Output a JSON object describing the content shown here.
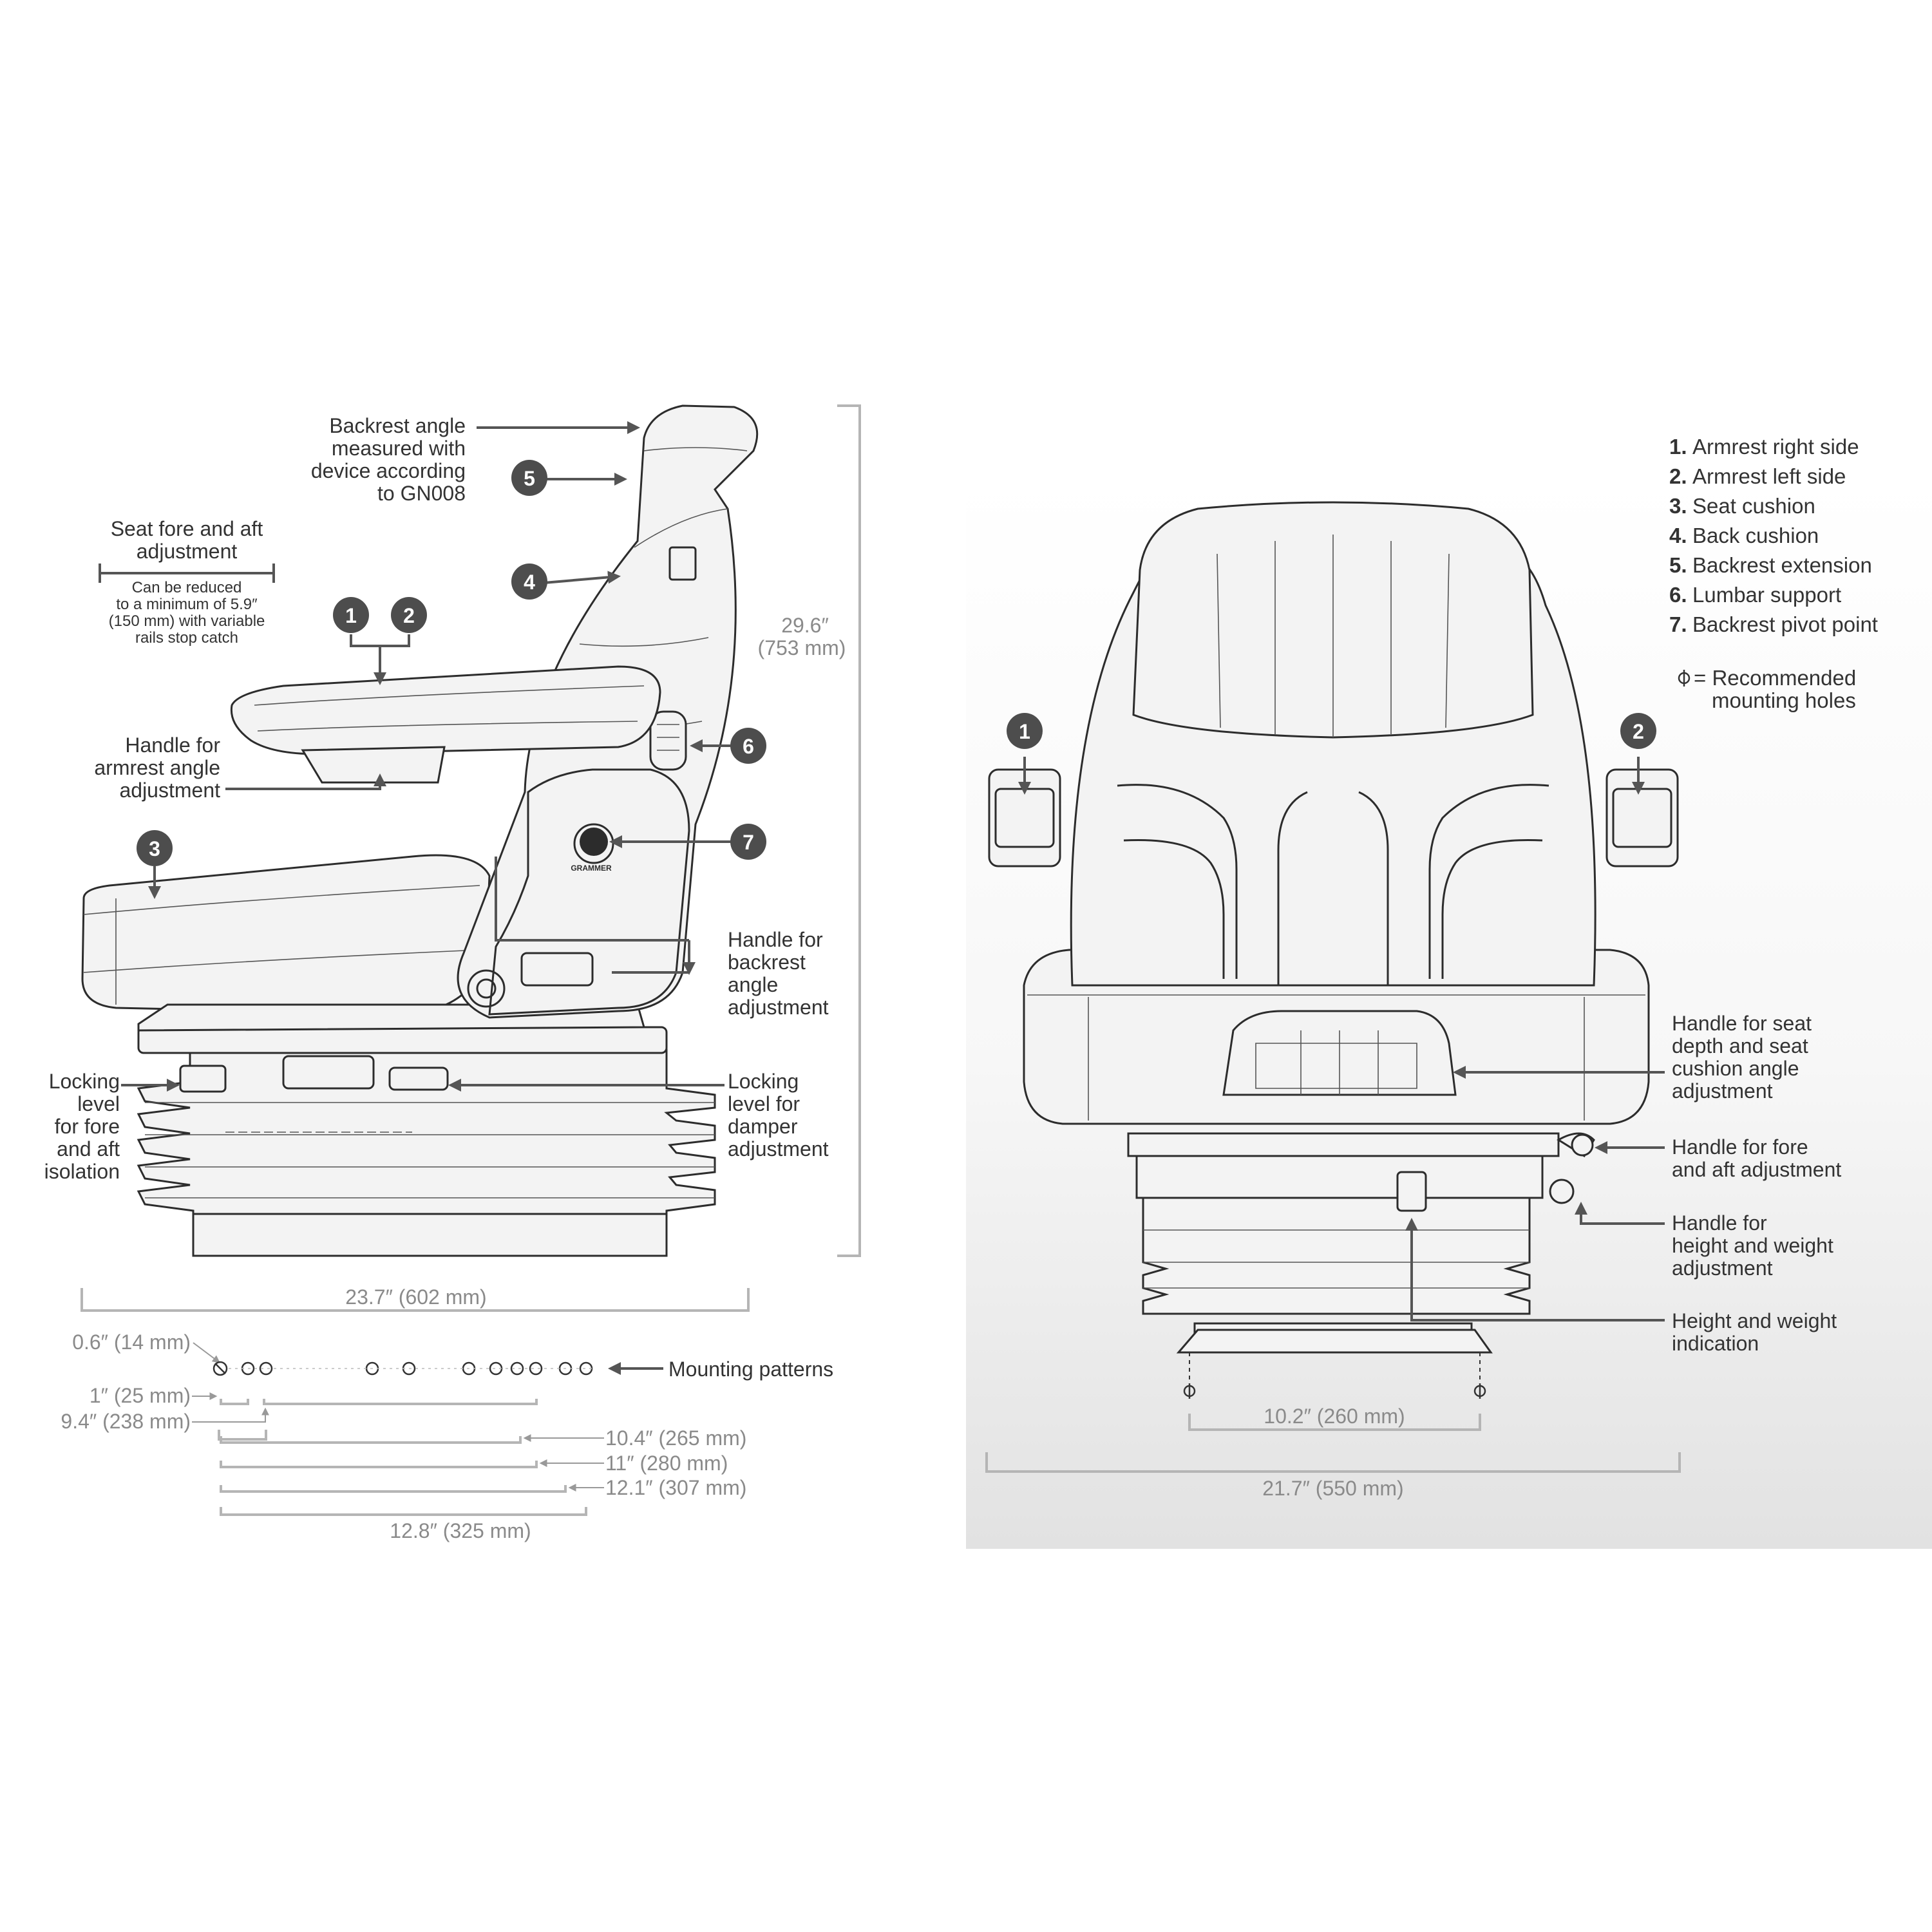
{
  "side_view": {
    "labels": {
      "backrest_angle": [
        "Backrest angle",
        "measured with",
        "device according",
        "to GN008"
      ],
      "fore_aft_title": [
        "Seat fore and aft",
        "adjustment"
      ],
      "fore_aft_note": [
        "Can be reduced",
        "to a minimum of 5.9″",
        "(150 mm) with variable",
        "rails stop catch"
      ],
      "armrest_handle": [
        "Handle for",
        "armrest angle",
        "adjustment"
      ],
      "backrest_handle": [
        "Handle for",
        "backrest",
        "angle",
        "adjustment"
      ],
      "locking_fore_aft": [
        "Locking",
        "level",
        "for fore",
        "and aft",
        "isolation"
      ],
      "locking_damper": [
        "Locking",
        "level for",
        "damper",
        "adjustment"
      ],
      "mounting_patterns": "Mounting patterns",
      "brand": "GRAMMER"
    },
    "callouts": [
      "1",
      "2",
      "3",
      "4",
      "5",
      "6",
      "7"
    ],
    "dimensions": {
      "height": [
        "29.6″",
        "(753 mm)"
      ],
      "depth": "23.7″ (602 mm)",
      "hole_diameter": "0.6″ (14 mm)",
      "hole_spacing": "1″ (25 mm)",
      "pattern_a": "9.4″ (238 mm)",
      "pattern_b": "10.4″ (265 mm)",
      "pattern_c": "11″ (280 mm)",
      "pattern_d": "12.1″ (307 mm)",
      "pattern_e": "12.8″ (325 mm)"
    }
  },
  "front_view": {
    "legend": [
      {
        "num": "1.",
        "text": "Armrest right side"
      },
      {
        "num": "2.",
        "text": "Armrest left side"
      },
      {
        "num": "3.",
        "text": "Seat cushion"
      },
      {
        "num": "4.",
        "text": "Back cushion"
      },
      {
        "num": "5.",
        "text": "Backrest extension"
      },
      {
        "num": "6.",
        "text": "Lumbar support"
      },
      {
        "num": "7.",
        "text": "Backrest pivot point"
      }
    ],
    "mounting_note": [
      "= Recommended",
      "mounting holes"
    ],
    "labels": {
      "seat_depth_handle": [
        "Handle for seat",
        "depth and seat",
        "cushion angle",
        "adjustment"
      ],
      "fore_aft_handle": [
        "Handle for fore",
        "and aft adjustment"
      ],
      "height_weight_handle": [
        "Handle for",
        "height and weight",
        "adjustment"
      ],
      "height_weight_indication": [
        "Height and weight",
        "indication"
      ]
    },
    "callouts": [
      "1",
      "2"
    ],
    "dimensions": {
      "hole_spacing": "10.2″ (260 mm)",
      "width": "21.7″ (550 mm)"
    }
  },
  "colors": {
    "callout_fill": "#4d4d4d",
    "arrow": "#555555",
    "dimension_line": "#b5b5b5",
    "dimension_text": "#8a8a8a",
    "panel_gradient_top": "#ffffff",
    "panel_gradient_bottom": "#e4e4e4"
  }
}
